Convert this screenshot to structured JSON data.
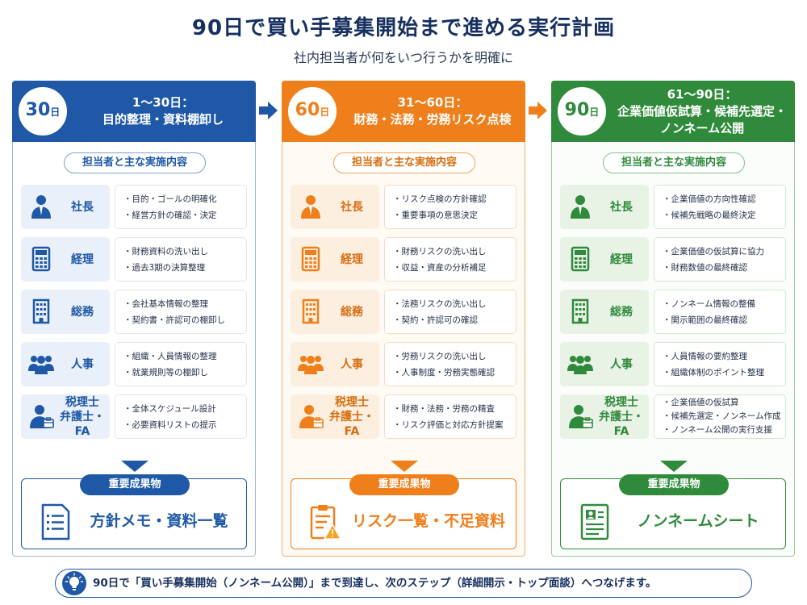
{
  "title": "90日で買い手募集開始まで進める実行計画",
  "subtitle": "社内担当者が何をいつ行うかを明確に",
  "section_label": "担当者と主な実施内容",
  "deliverable_label": "重要成果物",
  "colors": {
    "blue": "#1f58a6",
    "orange": "#ef7f1a",
    "green": "#2f8a3b"
  },
  "columns": [
    {
      "day_num": "30",
      "day_unit": "日",
      "header_line1": "1～30日：",
      "header_line2": "目的整理・資料棚卸し",
      "deliverable": "方針メモ・資料一覧",
      "deliverable_icon": "list-document-icon",
      "rows": [
        {
          "icon": "executive-person-icon",
          "role": "社長",
          "tasks": [
            "・目的・ゴールの明確化",
            "・経営方針の確認・決定"
          ]
        },
        {
          "icon": "calculator-icon",
          "role": "経理",
          "tasks": [
            "・財務資料の洗い出し",
            "・過去3期の決算整理"
          ]
        },
        {
          "icon": "building-icon",
          "role": "総務",
          "tasks": [
            "・会社基本情報の整理",
            "・契約書・許認可の棚卸し"
          ]
        },
        {
          "icon": "people-group-icon",
          "role": "人事",
          "tasks": [
            "・組織・人員情報の整理",
            "・就業規則等の棚卸し"
          ]
        },
        {
          "icon": "advisor-person-icon",
          "role_line1": "税理士",
          "role_line2": "弁護士・FA",
          "tasks": [
            "・全体スケジュール設計",
            "・必要資料リストの提示"
          ]
        }
      ]
    },
    {
      "day_num": "60",
      "day_unit": "日",
      "header_line1": "31～60日：",
      "header_line2": "財務・法務・労務リスク点検",
      "deliverable": "リスク一覧・不足資料",
      "deliverable_icon": "clipboard-warning-icon",
      "rows": [
        {
          "icon": "executive-person-icon",
          "role": "社長",
          "tasks": [
            "・リスク点検の方針確認",
            "・重要事項の意思決定"
          ]
        },
        {
          "icon": "calculator-icon",
          "role": "経理",
          "tasks": [
            "・財務リスクの洗い出し",
            "・収益・資産の分析補足"
          ]
        },
        {
          "icon": "building-icon",
          "role": "総務",
          "tasks": [
            "・法務リスクの洗い出し",
            "・契約・許認可の確認"
          ]
        },
        {
          "icon": "people-group-icon",
          "role": "人事",
          "tasks": [
            "・労務リスクの洗い出し",
            "・人事制度・労務実態確認"
          ]
        },
        {
          "icon": "advisor-person-icon",
          "role_line1": "税理士",
          "role_line2": "弁護士・FA",
          "tasks": [
            "・財務・法務・労務の精査",
            "・リスク評価と対応方針提案"
          ]
        }
      ]
    },
    {
      "day_num": "90",
      "day_unit": "日",
      "header_line1": "61～90日：",
      "header_line2": "企業価値仮試算・候補先選定・",
      "header_line3": "ノンネーム公開",
      "deliverable": "ノンネームシート",
      "deliverable_icon": "profile-sheet-icon",
      "rows": [
        {
          "icon": "executive-person-icon",
          "role": "社長",
          "tasks": [
            "・企業価値の方向性確認",
            "・候補先戦略の最終決定"
          ]
        },
        {
          "icon": "calculator-icon",
          "role": "経理",
          "tasks": [
            "・企業価値の仮試算に協力",
            "・財務数値の最終確認"
          ]
        },
        {
          "icon": "building-icon",
          "role": "総務",
          "tasks": [
            "・ノンネーム情報の整備",
            "・開示範囲の最終確認"
          ]
        },
        {
          "icon": "people-group-icon",
          "role": "人事",
          "tasks": [
            "・人員情報の要約整理",
            "・組織体制のポイント整理"
          ]
        },
        {
          "icon": "advisor-person-icon",
          "role_line1": "税理士",
          "role_line2": "弁護士・FA",
          "tasks": [
            "・企業価値の仮試算",
            "・候補先選定・ノンネーム作成",
            "・ノンネーム公開の実行支援"
          ]
        }
      ]
    }
  ],
  "footer": "90日で「買い手募集開始（ノンネーム公開）」まで到達し、次のステップ（詳細開示・トップ面談）へつなげます。"
}
